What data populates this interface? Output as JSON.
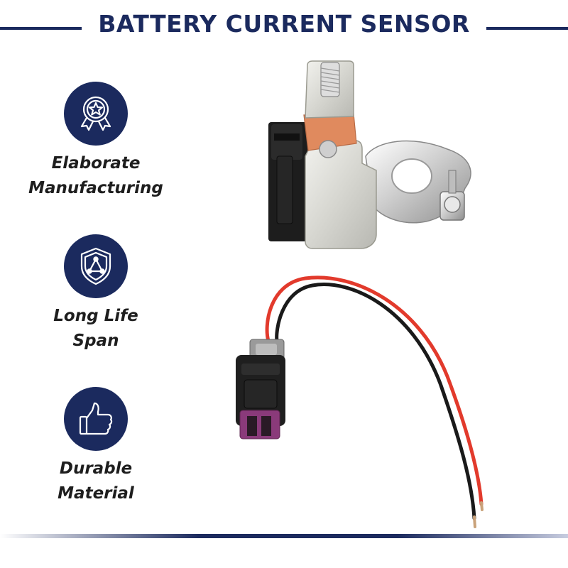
{
  "header": {
    "title": "BATTERY CURRENT SENSOR"
  },
  "features": [
    {
      "icon": "award-star-icon",
      "line1": "Elaborate",
      "line2": "Manufacturing"
    },
    {
      "icon": "shield-icon",
      "line1": "Long Life",
      "line2": "Span"
    },
    {
      "icon": "thumbs-up-icon",
      "line1": "Durable",
      "line2": "Material"
    }
  ],
  "colors": {
    "brand": "#1b2a5e",
    "copper": "#e08a5e",
    "wire_red": "#e23a2c",
    "wire_black": "#1a1a1a",
    "connector_purple": "#8a3a7a"
  }
}
